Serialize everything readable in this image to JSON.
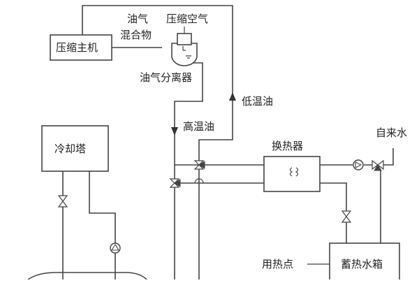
{
  "labels": {
    "compressor_host": "压缩主机",
    "oil_gas_mix_line1": "油气",
    "oil_gas_mix_line2": "混合物",
    "compressed_air": "压缩空气",
    "oil_gas_separator": "油气分离器",
    "low_temp_oil": "低温油",
    "high_temp_oil": "高温油",
    "cooling_tower": "冷却塔",
    "heat_exchanger": "换热器",
    "tap_water": "自来水",
    "heat_use_point": "用热点",
    "storage_tank": "蓄热水箱"
  }
}
